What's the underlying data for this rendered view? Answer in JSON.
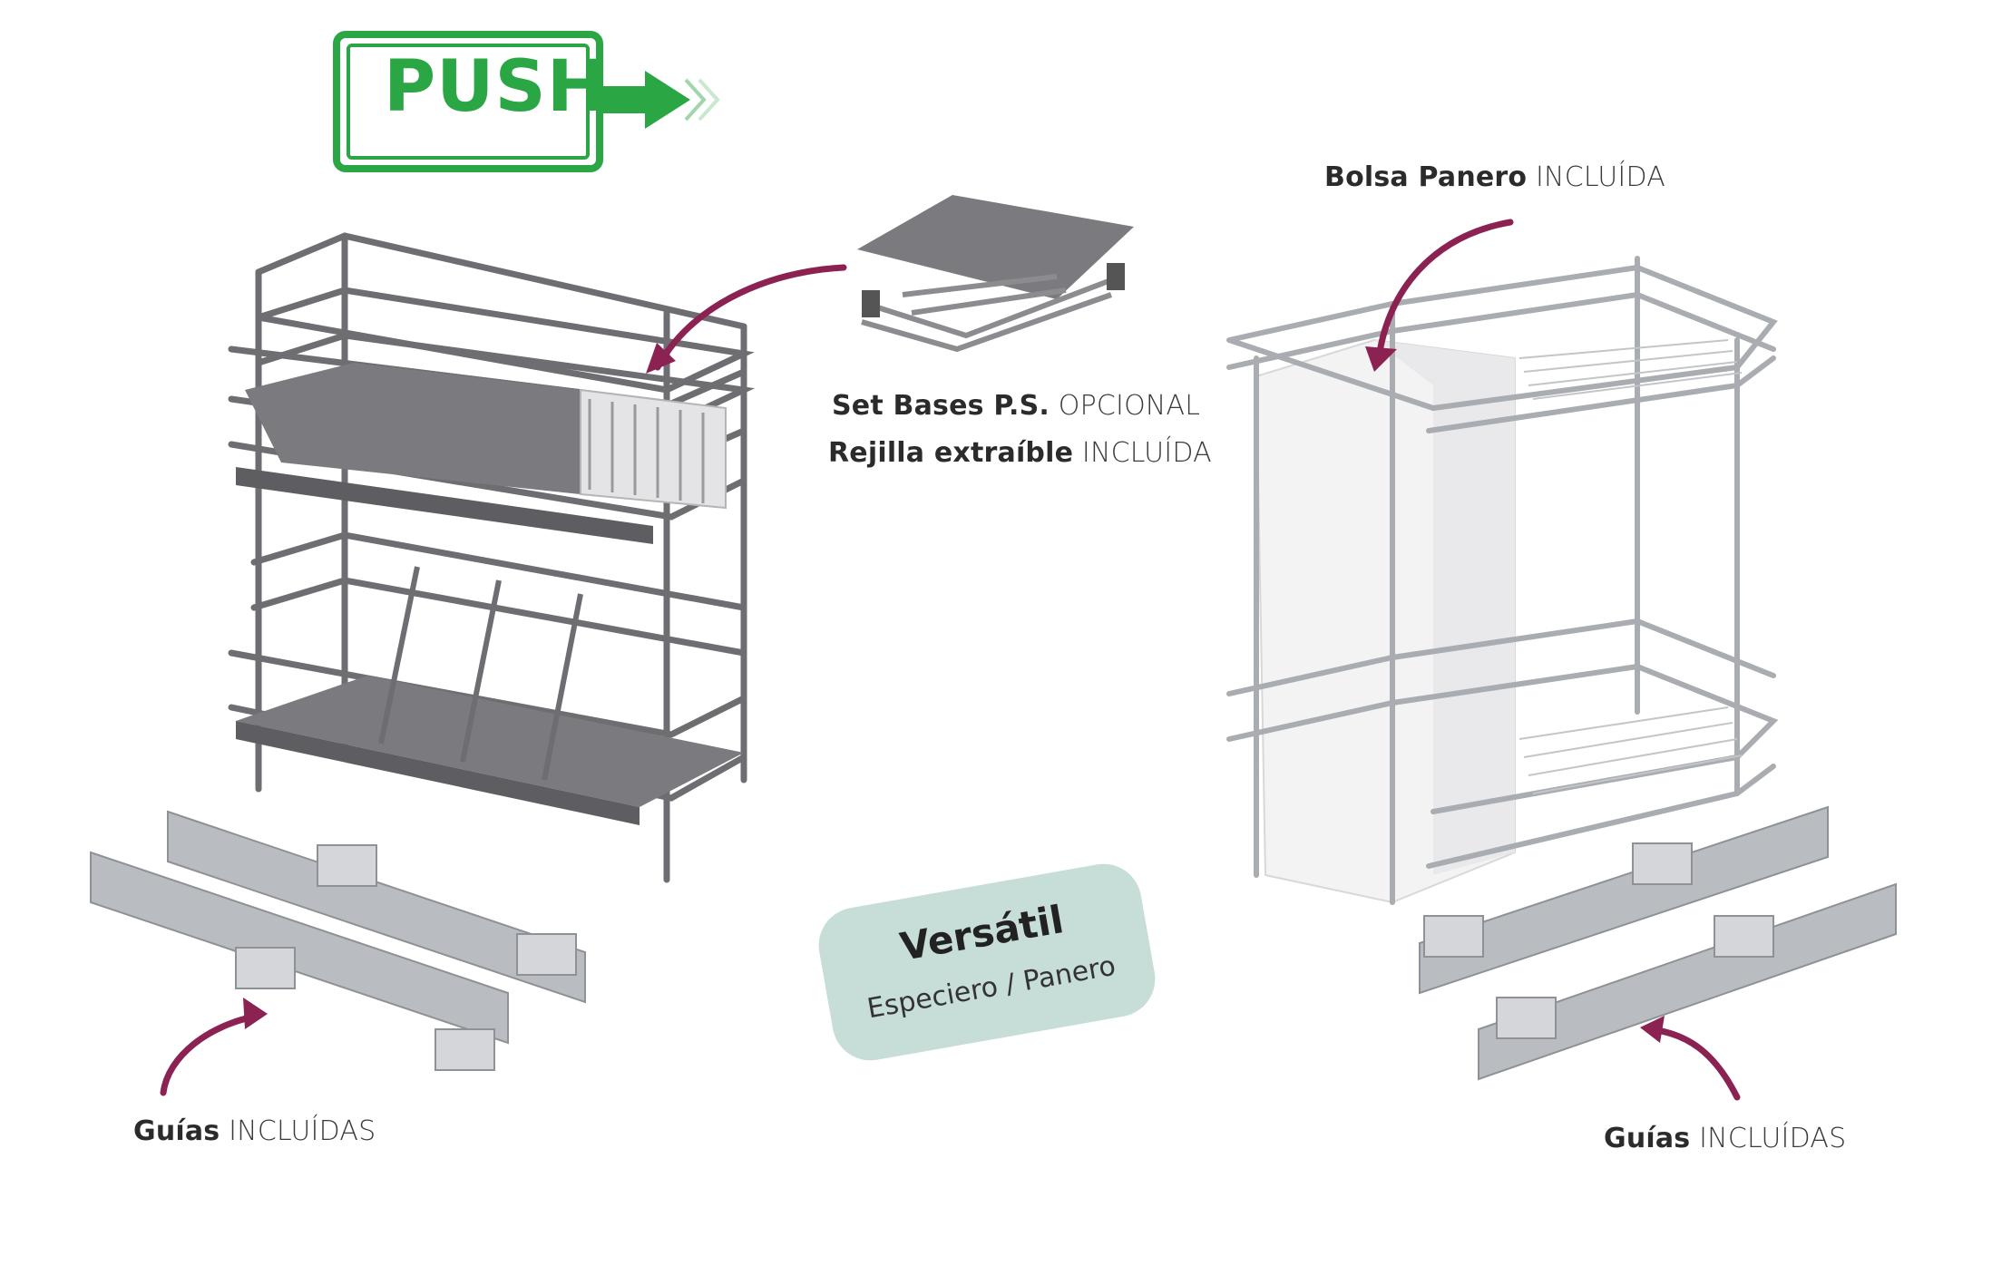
{
  "logo": {
    "text": "PUSH",
    "color": "#2aa645"
  },
  "labels": {
    "set_bases": {
      "bold": "Set Bases P.S.",
      "light": "OPCIONAL"
    },
    "rejilla": {
      "bold": "Rejilla extraíble",
      "light": "INCLUÍDA"
    },
    "bolsa": {
      "bold": "Bolsa Panero",
      "light": "INCLUÍDA"
    },
    "guias_left": {
      "bold": "Guías",
      "light": "INCLUÍDAS"
    },
    "guias_right": {
      "bold": "Guías",
      "light": "INCLUÍDAS"
    }
  },
  "badge": {
    "title": "Versátil",
    "subtitle": "Especiero / Panero",
    "color": "#c7ddd8"
  },
  "colors": {
    "arrow": "#8b2252",
    "dark_wire": "#6e6e72",
    "chrome": "#a9acb0",
    "base_gray": "#7b7b7f"
  },
  "icons": [
    "push-arrow-icon",
    "curved-arrow-icon"
  ]
}
